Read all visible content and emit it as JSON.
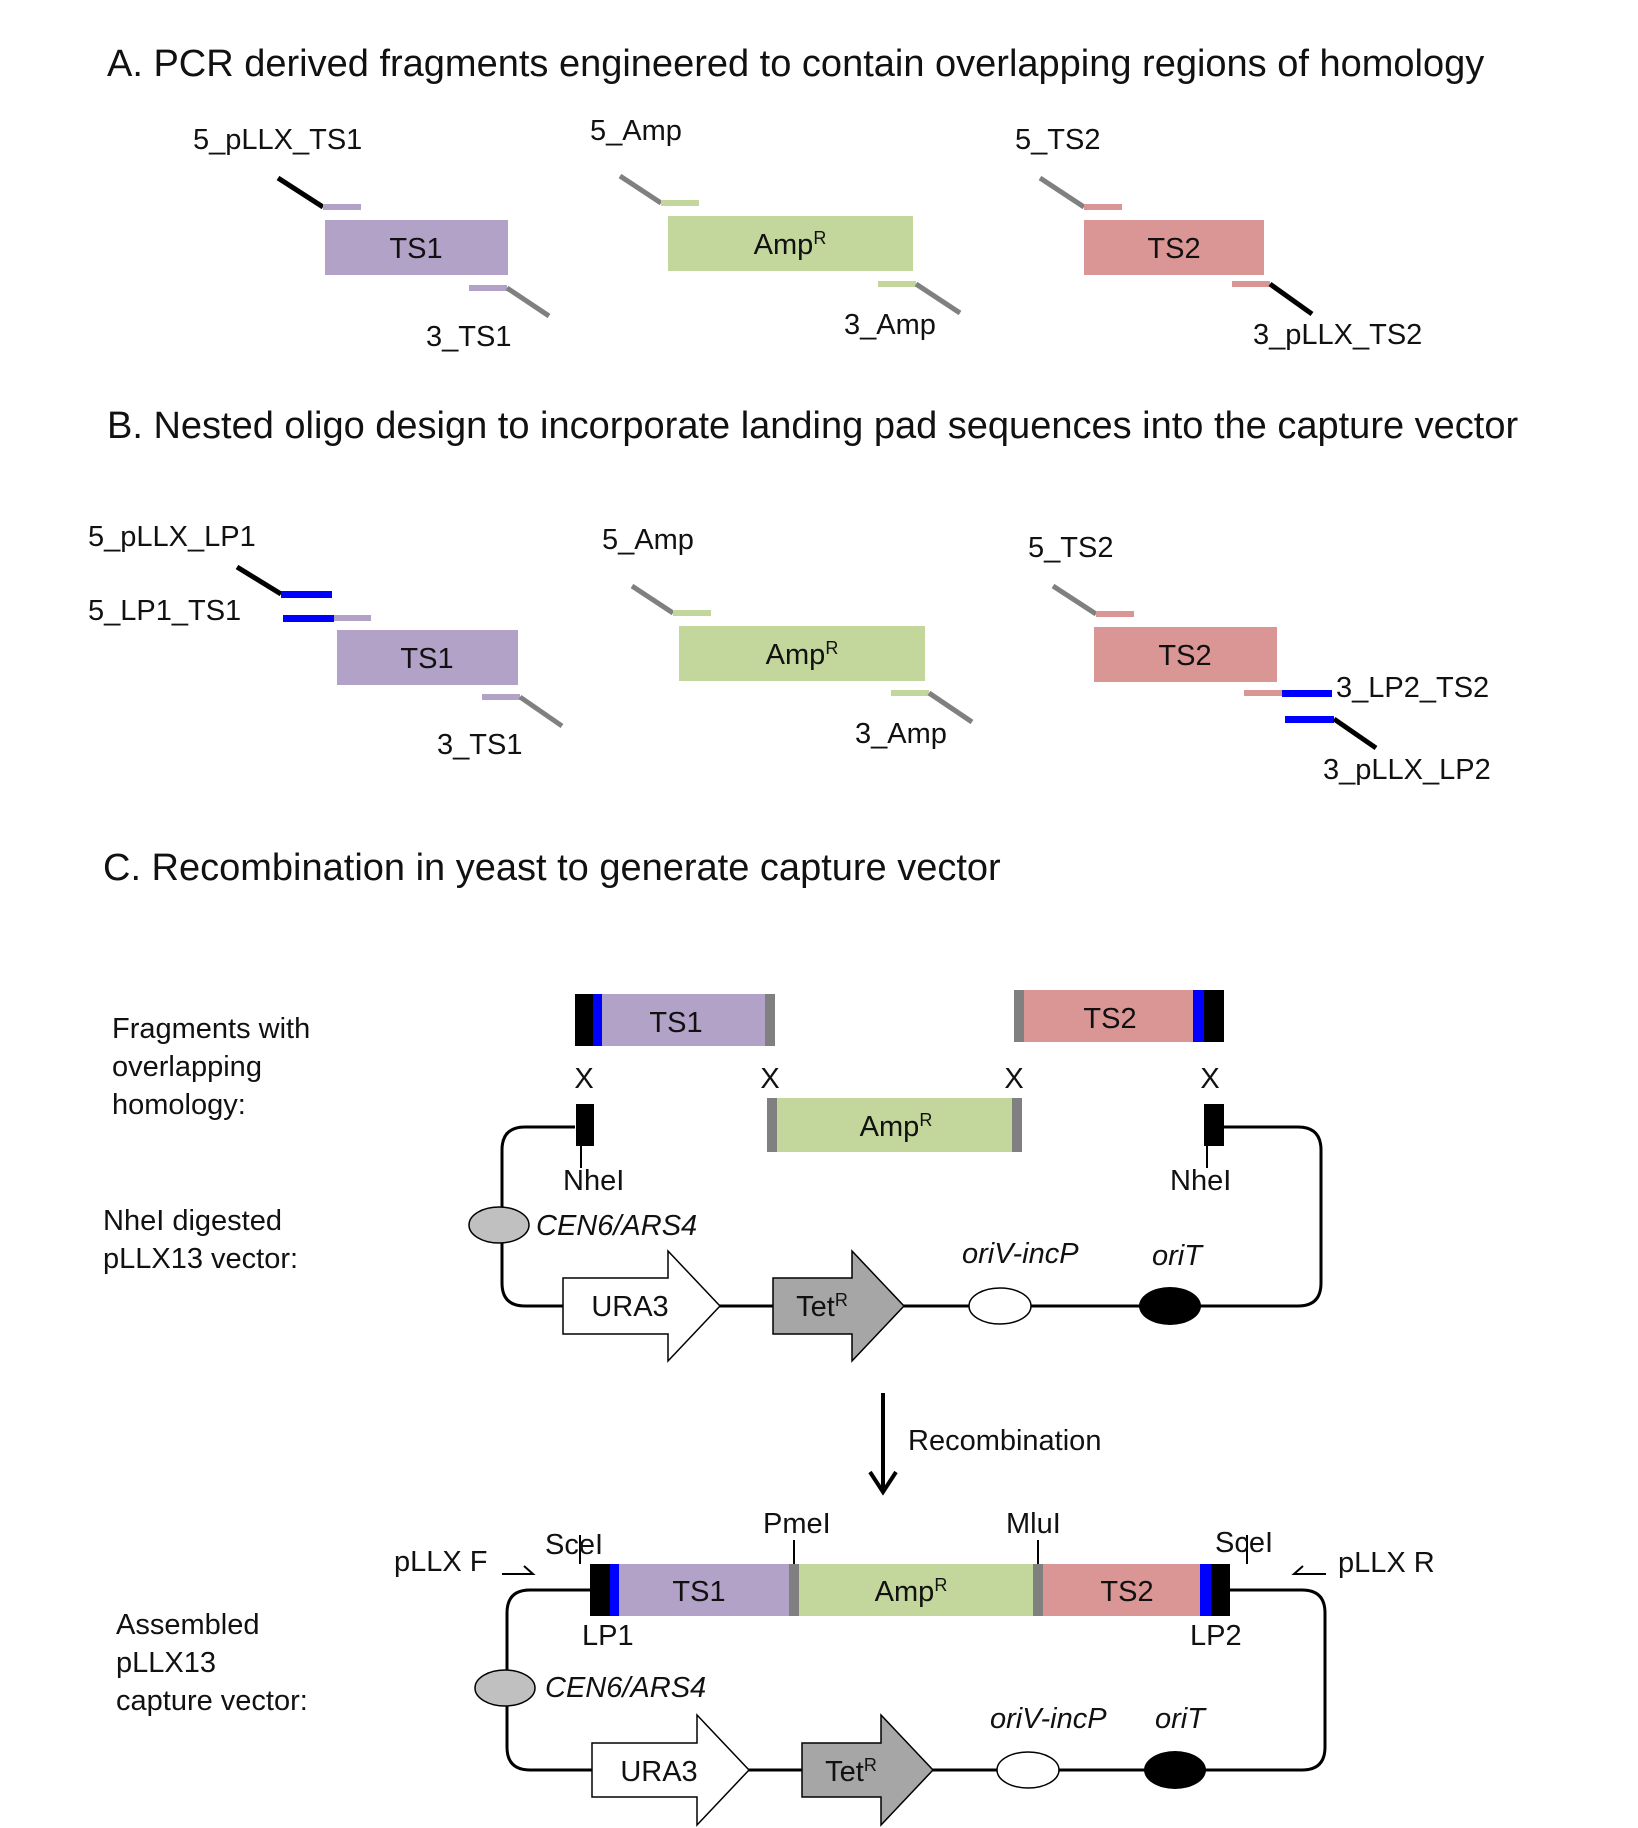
{
  "colors": {
    "ts1": "#b3a2c7",
    "amp": "#c3d69b",
    "ts2": "#d99694",
    "landing_pad": "#0000ff",
    "vector_end": "#000000",
    "overlap": "#808080",
    "tet": "#a6a6a6",
    "cen": "#c0c0c0"
  },
  "panel_a": {
    "title": "A. PCR derived fragments engineered to contain overlapping regions of homology",
    "primers": {
      "p5_pllx_ts1": "5_pLLX_TS1",
      "p3_ts1": "3_TS1",
      "p5_amp": "5_Amp",
      "p3_amp": "3_Amp",
      "p5_ts2": "5_TS2",
      "p3_pllx_ts2": "3_pLLX_TS2"
    },
    "fragments": {
      "ts1": "TS1",
      "amp": "Amp",
      "amp_sup": "R",
      "ts2": "TS2"
    }
  },
  "panel_b": {
    "title": "B. Nested oligo design to incorporate landing pad sequences into the capture vector",
    "primers": {
      "p5_pllx_lp1": "5_pLLX_LP1",
      "p5_lp1_ts1": "5_LP1_TS1",
      "p3_ts1": "3_TS1",
      "p5_amp": "5_Amp",
      "p3_amp": "3_Amp",
      "p5_ts2": "5_TS2",
      "p3_lp2_ts2": "3_LP2_TS2",
      "p3_pllx_lp2": "3_pLLX_LP2"
    },
    "fragments": {
      "ts1": "TS1",
      "amp": "Amp",
      "amp_sup": "R",
      "ts2": "TS2"
    }
  },
  "panel_c": {
    "title": "C. Recombination in yeast to generate capture vector",
    "side_fragments": [
      "Fragments with",
      "overlapping",
      "homology:"
    ],
    "side_digested": [
      "NheI digested",
      "pLLX13 vector:"
    ],
    "side_assembled": [
      "Assembled",
      "pLLX13",
      "capture vector:"
    ],
    "cross": "X",
    "fragments": {
      "ts1": "TS1",
      "amp": "Amp",
      "amp_sup": "R",
      "ts2": "TS2"
    },
    "sites": {
      "nhei": "NheI",
      "scei": "SceI",
      "pmei": "PmeI",
      "mlui": "MluI",
      "lp1": "LP1",
      "lp2": "LP2"
    },
    "elements": {
      "cen": "CEN6/ARS4",
      "ura3": "URA3",
      "tet": "Tet",
      "tet_sup": "R",
      "oriv": "oriV-incP",
      "orit": "oriT"
    },
    "arrow_label": "Recombination",
    "primers": {
      "pllx_f": "pLLX F",
      "pllx_r": "pLLX R"
    }
  }
}
